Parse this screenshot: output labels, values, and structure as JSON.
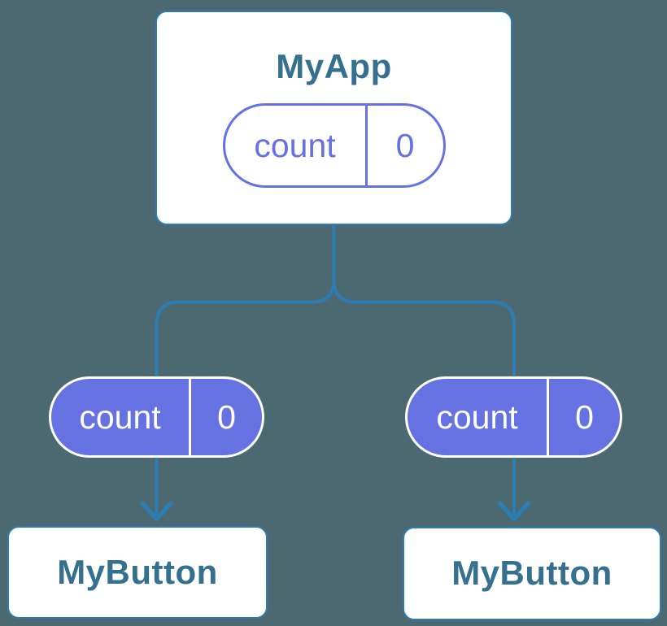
{
  "colors": {
    "background": "#4c6971",
    "connector-blue": "#2d7cb4",
    "node-border-blue": "#2d7cb4",
    "heading-blue": "#35708e",
    "state-purple": "#6672e2",
    "node-bg": "#ffffff",
    "state-text-light": "#ffffff"
  },
  "diagram": {
    "root": {
      "title": "MyApp",
      "state": {
        "name": "count",
        "value": "0",
        "style": "outlined"
      }
    },
    "children": [
      {
        "title": "MyButton",
        "state": {
          "name": "count",
          "value": "0",
          "style": "filled"
        }
      },
      {
        "title": "MyButton",
        "state": {
          "name": "count",
          "value": "0",
          "style": "filled"
        }
      }
    ]
  }
}
